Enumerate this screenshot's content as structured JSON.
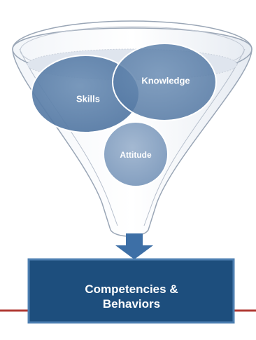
{
  "diagram": {
    "circles": {
      "skills": "Skills",
      "knowledge": "Knowledge",
      "attitude": "Attitude"
    },
    "output_box": {
      "line1": "Competencies &",
      "line2": "Behaviors"
    },
    "colors": {
      "funnel_fill": "#e9eef5",
      "funnel_stroke": "#9aa6b6",
      "circle_fill": "#5a80aa",
      "circle_light_fill": "#93acc8",
      "arrow": "#3d6fa6",
      "box_fill": "#1d4e7d",
      "box_border": "#4d7fb1",
      "base_line": "#b03a34"
    }
  }
}
